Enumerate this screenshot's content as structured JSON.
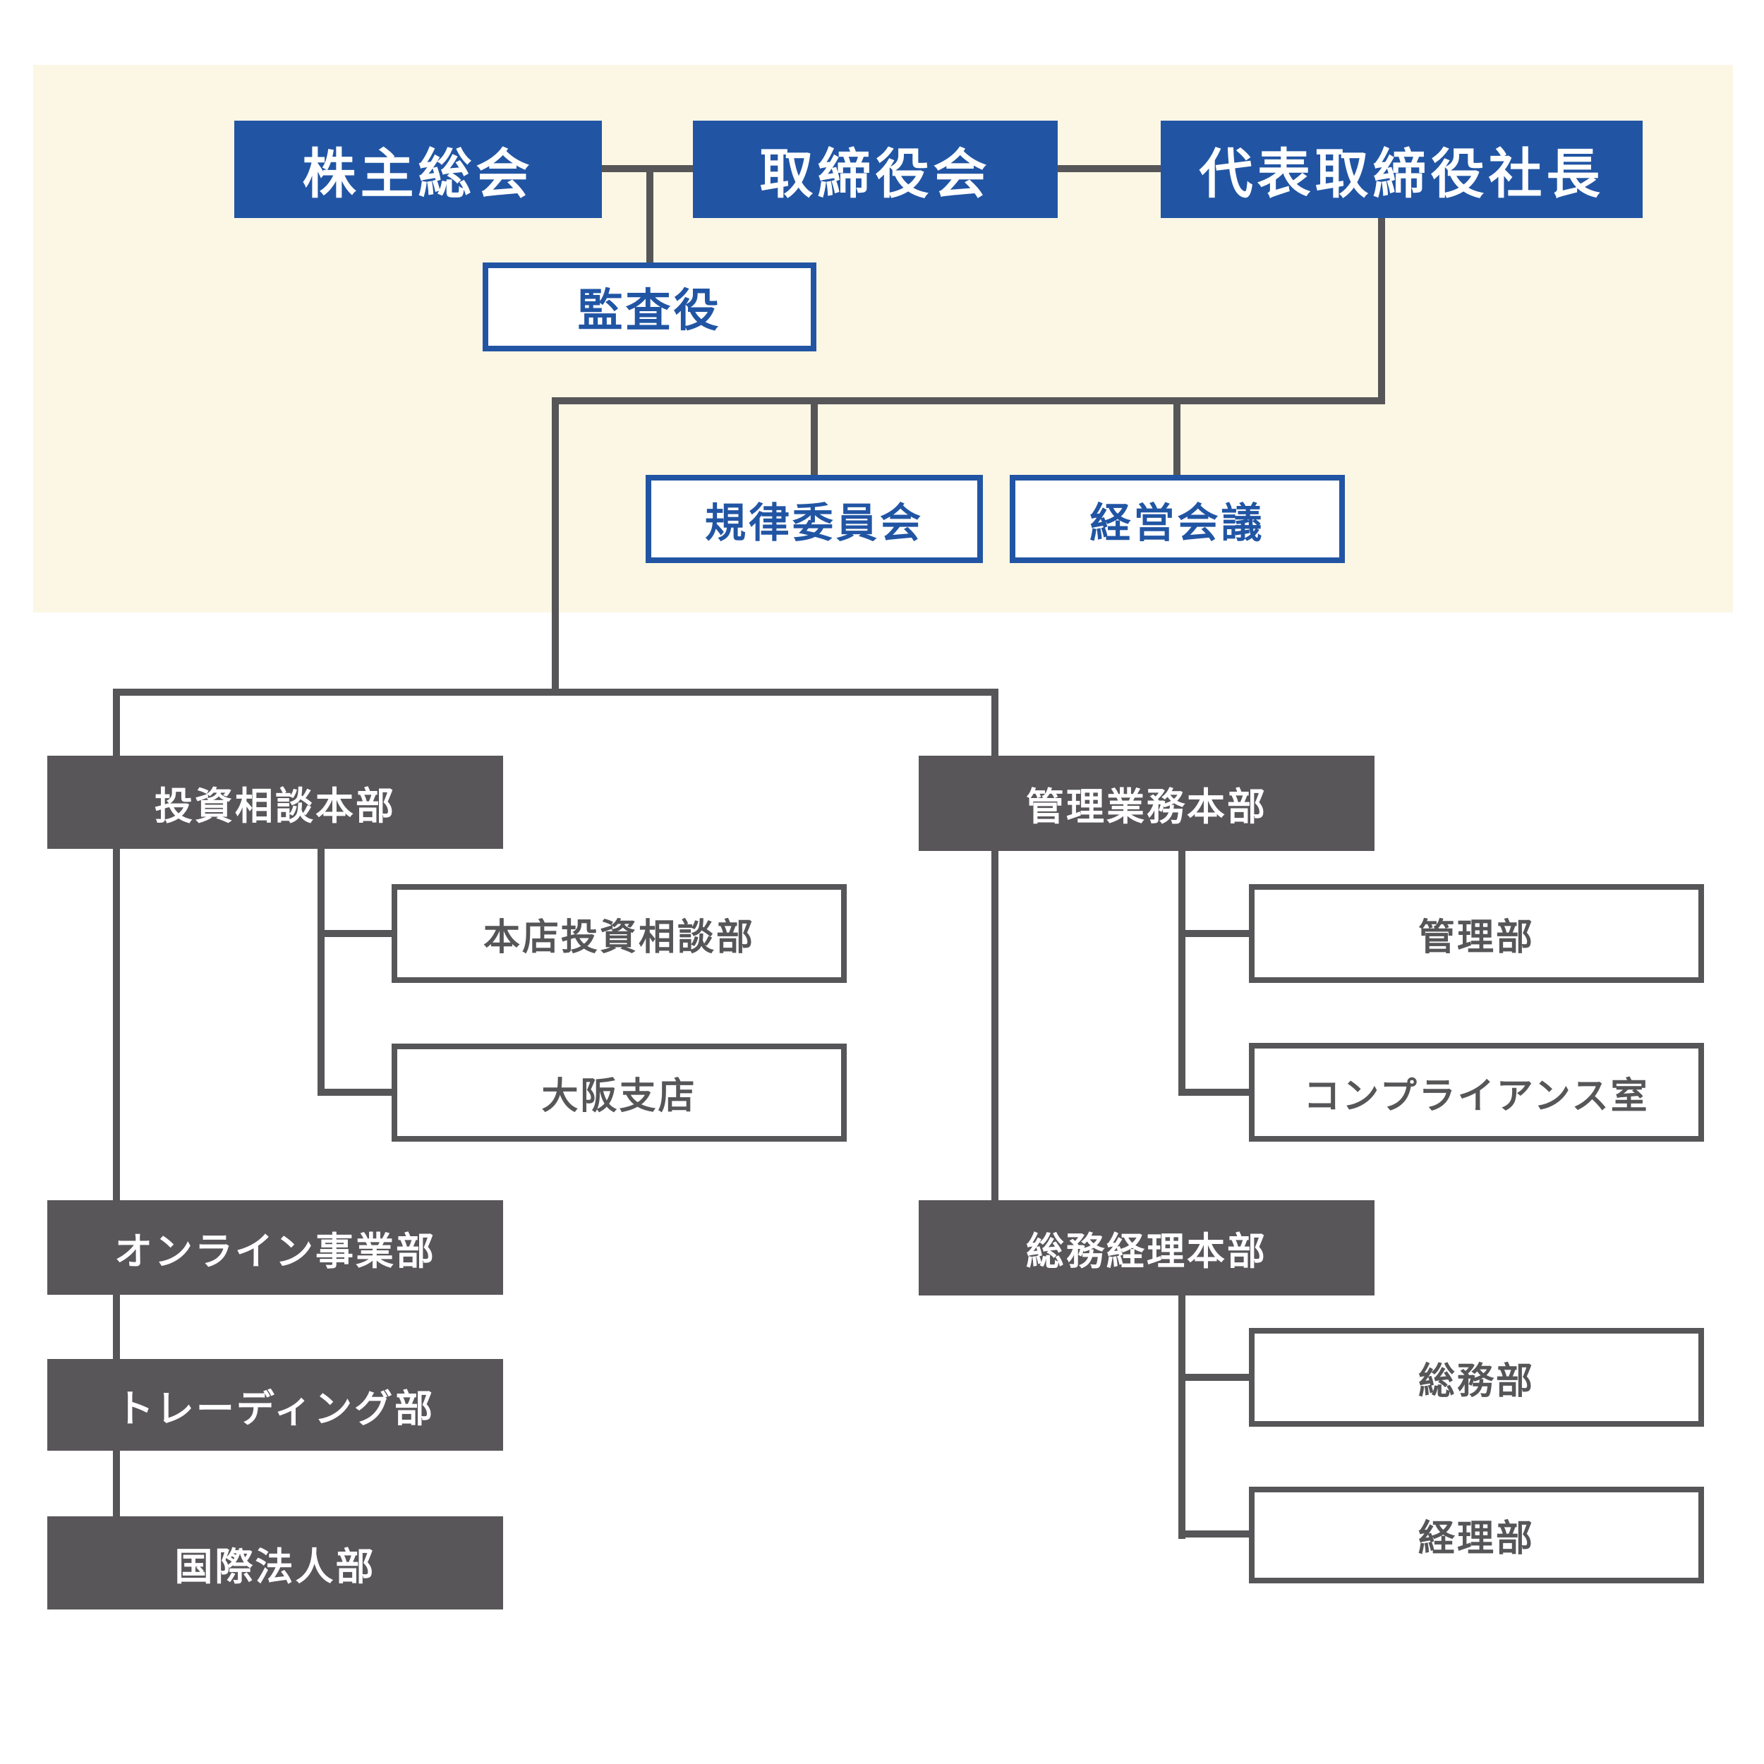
{
  "colors": {
    "accent_blue": "#2155A4",
    "box_dark_gray": "#585659",
    "connector_gray": "#565658",
    "panel_cream": "#FBF7E4",
    "background_white": "#FFFFFF"
  },
  "org_chart": {
    "type": "organization-chart",
    "governance": {
      "shareholders_meeting": {
        "label": "株主総会"
      },
      "board_of_directors": {
        "label": "取締役会"
      },
      "president": {
        "label": "代表取締役社長"
      },
      "auditor": {
        "label": "監査役"
      },
      "discipline_committee": {
        "label": "規律委員会"
      },
      "management_meeting": {
        "label": "経営会議"
      }
    },
    "divisions": {
      "investment_consulting_hq": {
        "label": "投資相談本部"
      },
      "head_office_investment_dept": {
        "label": "本店投資相談部"
      },
      "osaka_branch": {
        "label": "大阪支店"
      },
      "online_business_dept": {
        "label": "オンライン事業部"
      },
      "trading_dept": {
        "label": "トレーディング部"
      },
      "international_corporate_dept": {
        "label": "国際法人部"
      },
      "admin_operations_hq": {
        "label": "管理業務本部"
      },
      "admin_dept": {
        "label": "管理部"
      },
      "compliance_office": {
        "label": "コンプライアンス室"
      },
      "general_affairs_accounting_hq": {
        "label": "総務経理本部"
      },
      "general_affairs_dept": {
        "label": "総務部"
      },
      "accounting_dept": {
        "label": "経理部"
      }
    },
    "edges": [
      {
        "from": "shareholders_meeting",
        "to": "board_of_directors"
      },
      {
        "from": "board_of_directors",
        "to": "president"
      },
      {
        "from": "shareholders_meeting",
        "to": "auditor"
      },
      {
        "from": "president",
        "to": "discipline_committee"
      },
      {
        "from": "president",
        "to": "management_meeting"
      },
      {
        "from": "president",
        "to": "investment_consulting_hq"
      },
      {
        "from": "president",
        "to": "admin_operations_hq"
      },
      {
        "from": "investment_consulting_hq",
        "to": "head_office_investment_dept"
      },
      {
        "from": "investment_consulting_hq",
        "to": "osaka_branch"
      },
      {
        "from": "investment_consulting_hq",
        "to": "online_business_dept"
      },
      {
        "from": "online_business_dept",
        "to": "trading_dept"
      },
      {
        "from": "trading_dept",
        "to": "international_corporate_dept"
      },
      {
        "from": "admin_operations_hq",
        "to": "admin_dept"
      },
      {
        "from": "admin_operations_hq",
        "to": "compliance_office"
      },
      {
        "from": "admin_operations_hq",
        "to": "general_affairs_accounting_hq"
      },
      {
        "from": "general_affairs_accounting_hq",
        "to": "general_affairs_dept"
      },
      {
        "from": "general_affairs_accounting_hq",
        "to": "accounting_dept"
      }
    ]
  }
}
